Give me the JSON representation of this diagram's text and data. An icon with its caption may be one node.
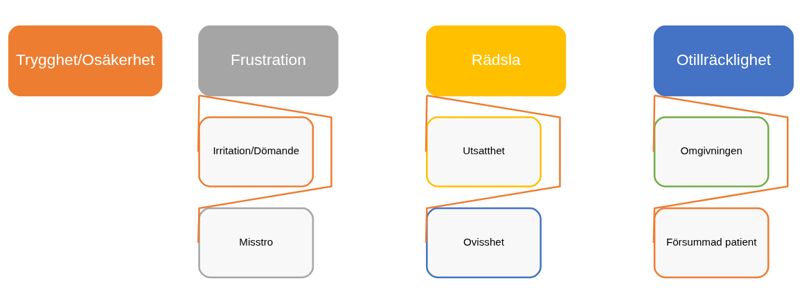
{
  "diagram": {
    "nodes": [
      {
        "text": [
          "Trygghet/Osäkerhet"
        ]
      },
      {
        "text": [
          "Frustration"
        ]
      },
      {
        "text": [
          "Rädsla"
        ]
      },
      {
        "text": [
          "Otillräcklighet"
        ]
      },
      {
        "text": [
          "Irritation/Dömande"
        ]
      },
      {
        "text": [
          "Misstro"
        ]
      },
      {
        "text": [
          "Utsatthet"
        ]
      },
      {
        "text": [
          "Ovisshet"
        ]
      },
      {
        "text": [
          "Omgivningen"
        ]
      },
      {
        "text": [
          "Försummad patient"
        ]
      }
    ],
    "edges": [
      {
        "from": 1,
        "to": 4,
        "arrow": "none"
      },
      {
        "from": 1,
        "to": 5,
        "arrow": "none"
      },
      {
        "from": 2,
        "to": 6,
        "arrow": "none"
      },
      {
        "from": 2,
        "to": 7,
        "arrow": "none"
      },
      {
        "from": 3,
        "to": 8,
        "arrow": "none"
      },
      {
        "from": 3,
        "to": 9,
        "arrow": "none"
      }
    ]
  }
}
